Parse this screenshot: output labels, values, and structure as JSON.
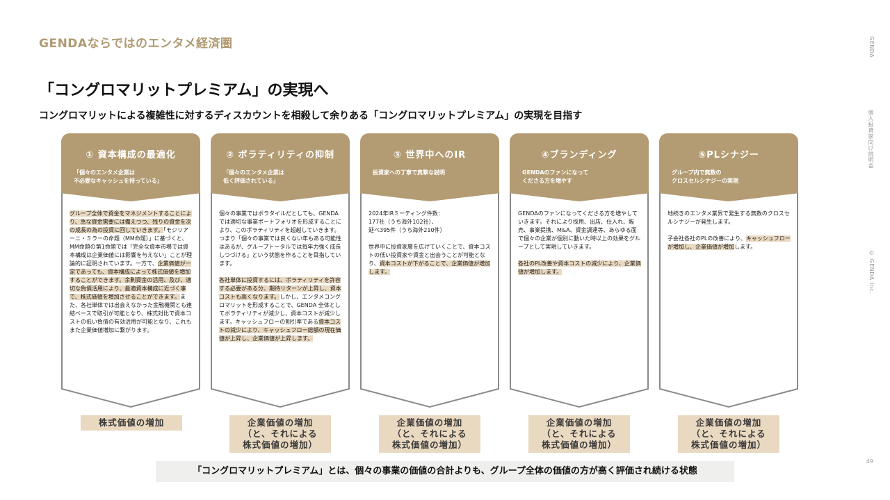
{
  "header": {
    "section_title": "GENDAならではのエンタメ経済圏",
    "title": "「コングロマリットプレミアム」の実現へ",
    "subtitle": "コングロマリットによる複雑性に対するディスカウントを相殺して余りある「コングロマリットプレミアム」の実現を目指す"
  },
  "side": {
    "brand": "GENDA",
    "doc": "個人投資家向け説明会",
    "copyright": "© GENDA Inc."
  },
  "page_number": "49",
  "colors": {
    "accent": "#b39c73",
    "highlight": "#ead9c1",
    "outline": "#8a8a8a"
  },
  "pillars": [
    {
      "title": "① 資本構成の最適化",
      "quote": "「個々のエンタメ企業は\n不必要なキャッシュを持っている」",
      "body": [
        [
          {
            "t": "グループ全体で資金をマネジメントすることにより、急な資金需要には備えつつ、残りの資金を次の成長の為の投資に回していきます。",
            "h": true
          },
          {
            "t": "「モジリアーニ・ミラーの命題（MM命題）」に基づくと、MM命題の第1命題では「完全な資本市場では資本構成は企業価値には影響を与えない」ことが理論的に証明されています。一方で、",
            "h": false
          },
          {
            "t": "企業価値が一定であっても、資本構成によって株式価値を増加することができます。余剰資金の活用、及び、適切な負債活用により、最適資本構成に近づく事で、株式価値を増加させることができます。",
            "h": true
          },
          {
            "t": "また、各社単体では出会えなかった金融機関とも連結ベースで取引が可能となり、株式対比で資本コストの低い負債の有効活用が可能となり、これもまた企業価値増加に繋がります。",
            "h": false
          }
        ]
      ],
      "result": "株式価値の増加"
    },
    {
      "title": "② ボラティリティの抑制",
      "quote": "「個々のエンタメ企業は\n低く評価されている」",
      "body": [
        [
          {
            "t": "個々の事業ではボラタイルだとしても、GENDAでは適切な事業ポートフォリオを形成することにより、このボラティリティを超越していきます。つまり「個々の事業では良くない年もある可能性はあるが、グループトータルでは毎年力強く成長しつづける」という状態を作ることを目指しています。",
            "h": false
          }
        ],
        [
          {
            "t": "各社単体に投資するには、ボラティリティを許容する必要がある分、期待リターンが上昇し、資本コストも高くなります。",
            "h": true
          },
          {
            "t": "しかし、エンタメコングロマリットを形成することで、GENDA 全体としてボラティリティが減少し、資本コストが減少します。キャッシュフローの割引率である",
            "h": false
          },
          {
            "t": "資本コストの減少により、キャッシュフロー総額の現在価値が上昇し、企業価値が上昇します。",
            "h": true
          }
        ]
      ],
      "result": "企業価値の増加\n（と、それによる\n株式価値の増加）"
    },
    {
      "title": "③ 世界中へのIR",
      "quote": "投資家への丁寧で真摯な説明",
      "body": [
        [
          {
            "t": "2024年IRミーティング件数：\n177社（うち海外102社）、\n延べ395件（うち海外210件）",
            "h": false
          }
        ],
        [
          {
            "t": "世界中に投資家層を広げていくことで、資本コストの低い投資家や資金と出会うことが可能となり、",
            "h": false
          },
          {
            "t": "資本コストが下がることで、企業価値が増加します。",
            "h": true
          }
        ]
      ],
      "result": "企業価値の増加\n（と、それによる\n株式価値の増加）"
    },
    {
      "title": "④ブランディング",
      "quote": "GENDAのファンになって\nくださる方を増やす",
      "body": [
        [
          {
            "t": "GENDAのファンになってくださる方を増やしていきます。それにより採用、出店、仕入れ、販売、事業提携、M&A、資金調達等、あらゆる面で個々の企業が個別に動いた時以上の効果をグループとして実現していきます。",
            "h": false
          }
        ],
        [
          {
            "t": "各社のPL改善や資本コストの減少により、企業価値が増加します。",
            "h": true
          }
        ]
      ],
      "result": "企業価値の増加\n（と、それによる\n株式価値の増加）"
    },
    {
      "title": "⑤PLシナジー",
      "quote": "グループ内で無数の\nクロスセルシナジーの実現",
      "body": [
        [
          {
            "t": "地続きのエンタメ業界で発生する無数のクロスセルシナジーが発生します。",
            "h": false
          }
        ],
        [
          {
            "t": "子会社各社のPLの改善により、",
            "h": false
          },
          {
            "t": "キャッシュフローが増加し、企業価値が増加",
            "h": true
          },
          {
            "t": "します。",
            "h": false
          }
        ]
      ],
      "result": "企業価値の増加\n（と、それによる\n株式価値の増加）"
    }
  ],
  "footer_banner": "「コングロマリットプレミアム」とは、個々の事業の価値の合計よりも、グループ全体の価値の方が高く評価され続ける状態"
}
